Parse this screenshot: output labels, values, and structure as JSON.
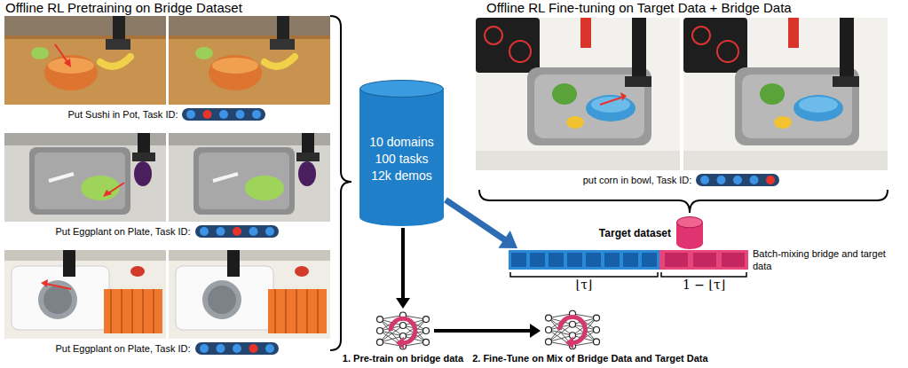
{
  "diagram": {
    "nodes": [
      {
        "text": [
          "10 domains 100 tasks 12k demos"
        ]
      },
      {
        "text": [
          "Target dataset"
        ]
      },
      {
        "text": [
          "⌊τ⌋",
          "1 − ⌊τ⌋",
          "Batch-mixing bridge and target data"
        ]
      },
      {
        "text": [
          "1. Pre-train on bridge data"
        ]
      },
      {
        "text": [
          "2. Fine-Tune on Mix of Bridge Data and Target Data"
        ]
      }
    ],
    "edges": [
      {
        "from": 0,
        "to": 3,
        "arrow": "to"
      },
      {
        "from": 0,
        "to": 2,
        "arrow": "to"
      },
      {
        "from": 3,
        "to": 4,
        "arrow": "to"
      }
    ],
    "labels": [
      "Offline RL Pretraining on Bridge Dataset",
      "Offline RL Fine-tuning on Target Data + Bridge Data",
      "Put Sushi in Pot, Task ID:",
      "Put Eggplant on Plate, Task ID:",
      "Put Eggplant on Plate, Task ID:",
      "put corn in bowl, Task ID:"
    ]
  }
}
